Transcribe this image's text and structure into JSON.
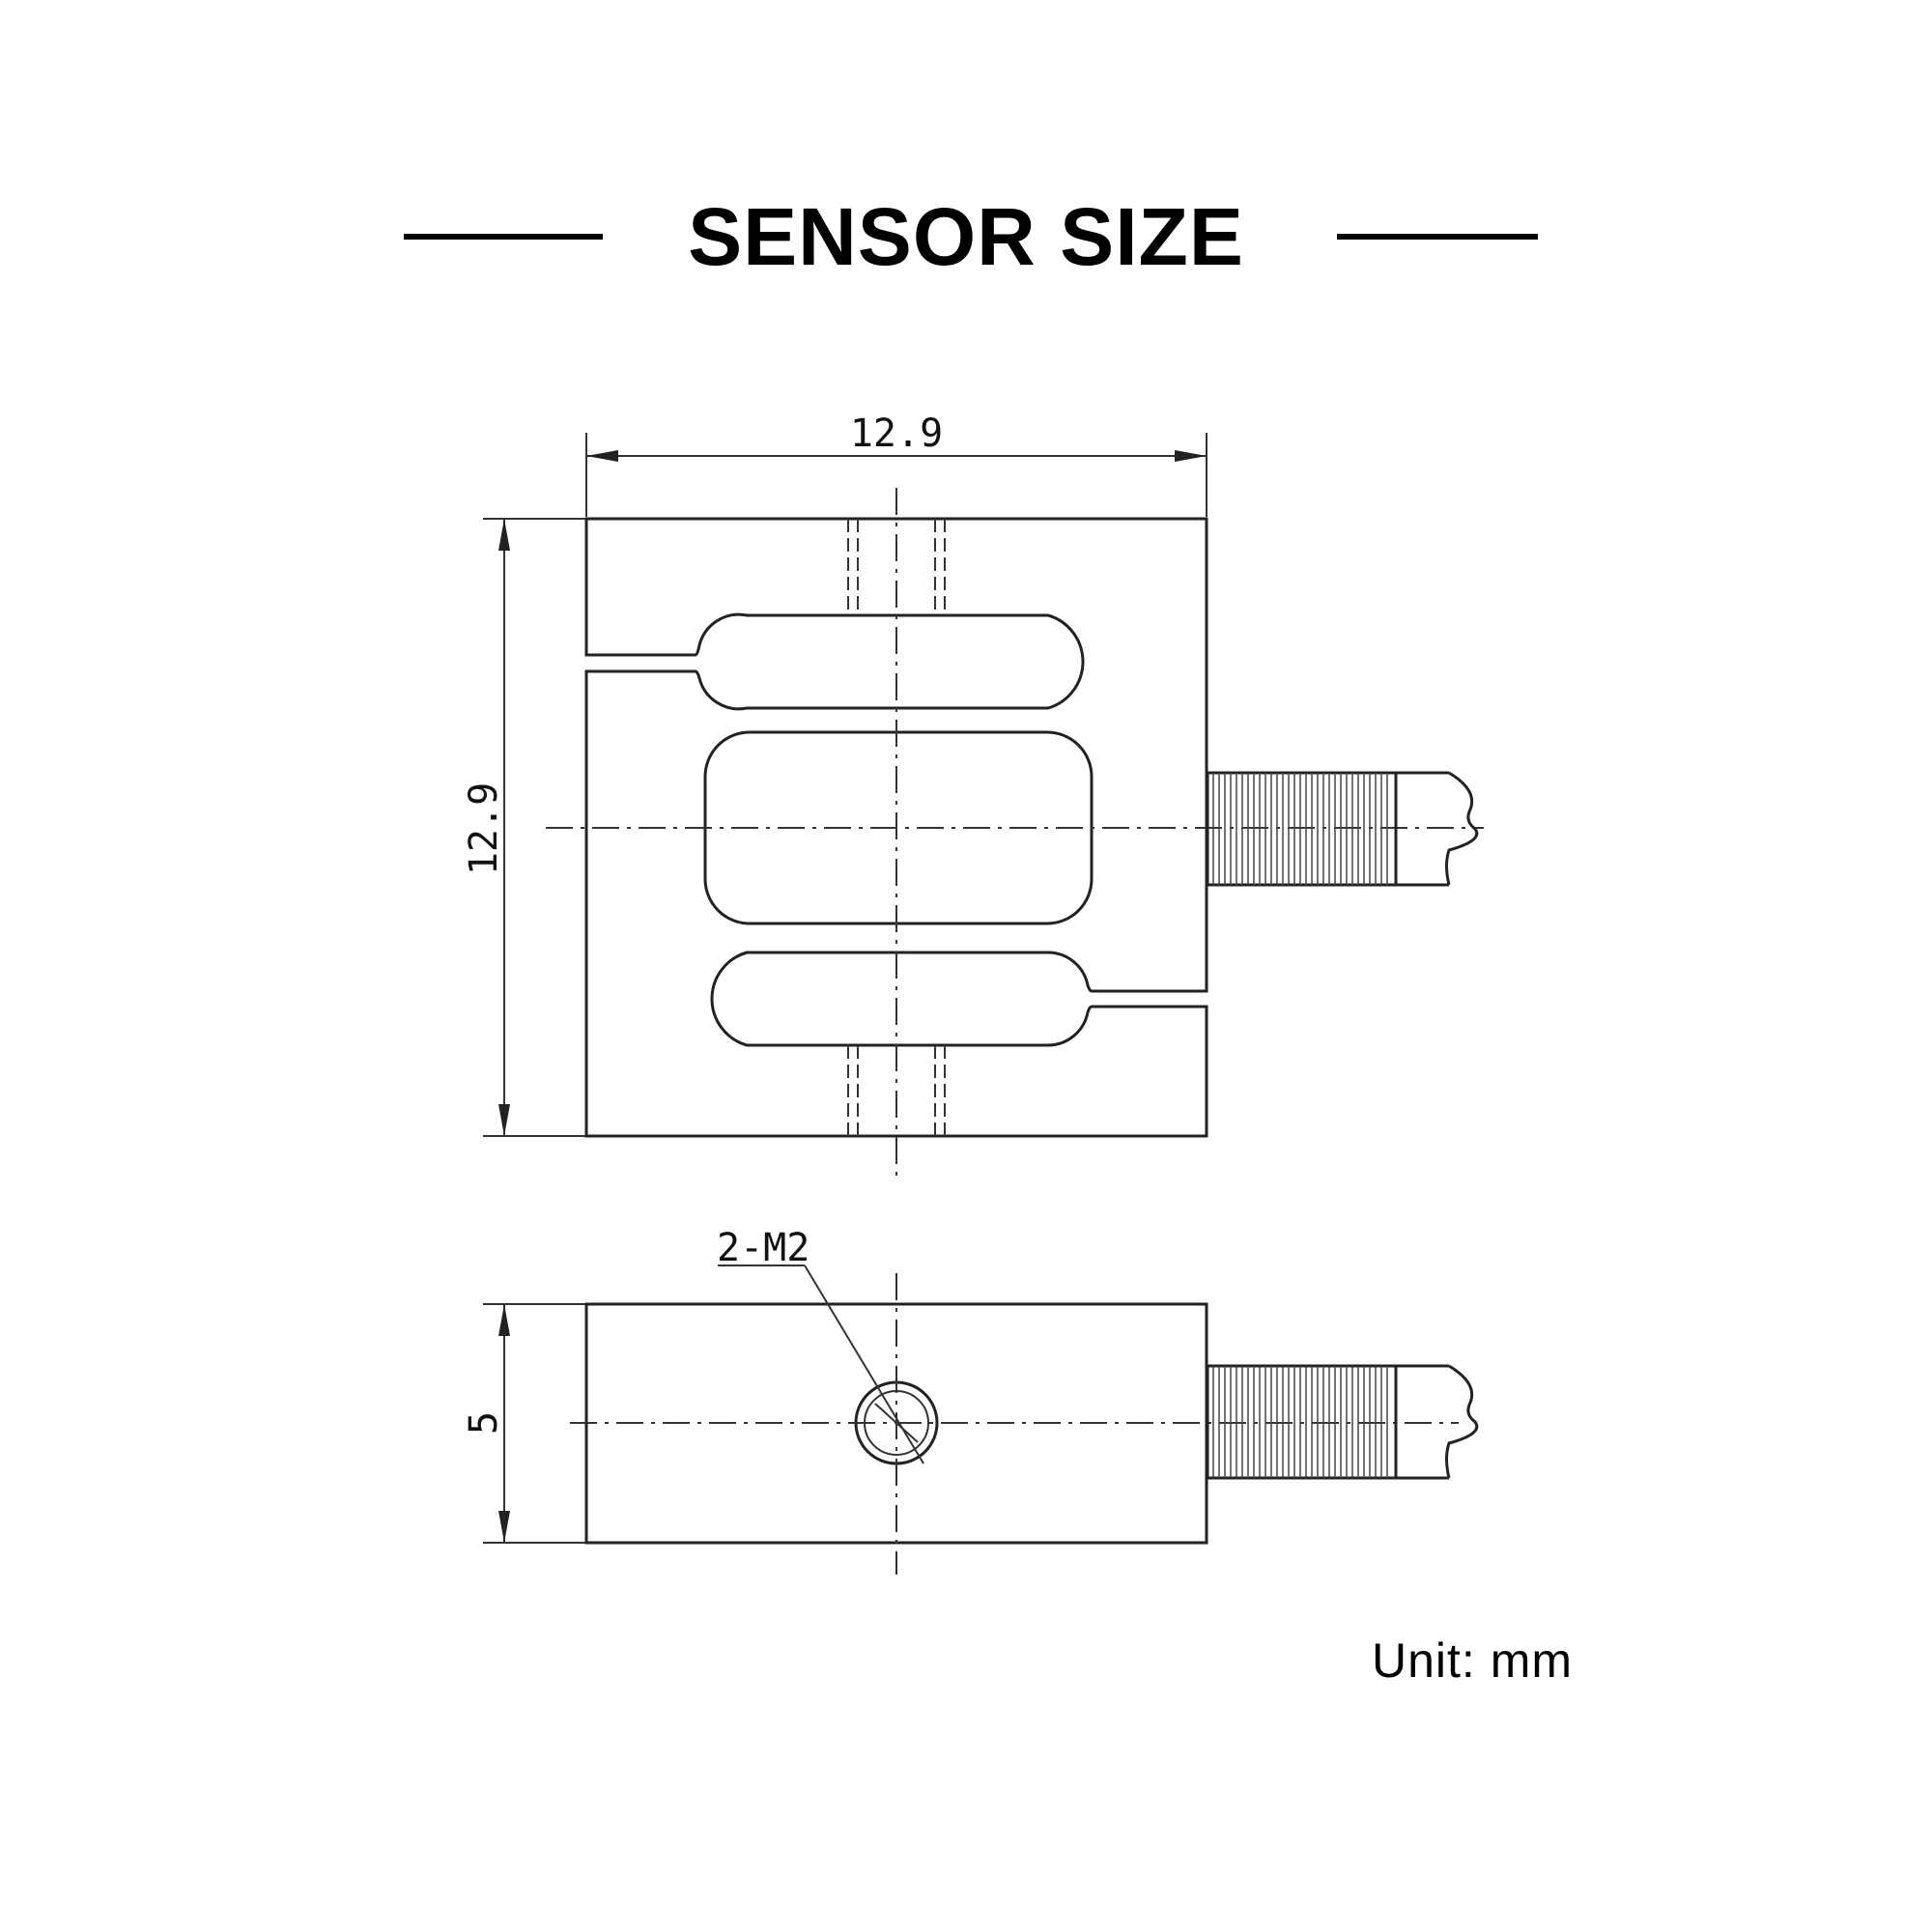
{
  "title": "SENSOR SIZE",
  "unit_label": "Unit: mm",
  "dimensions": {
    "width": "12.9",
    "height": "12.9",
    "thickness": "5",
    "thread": "2-M2"
  }
}
